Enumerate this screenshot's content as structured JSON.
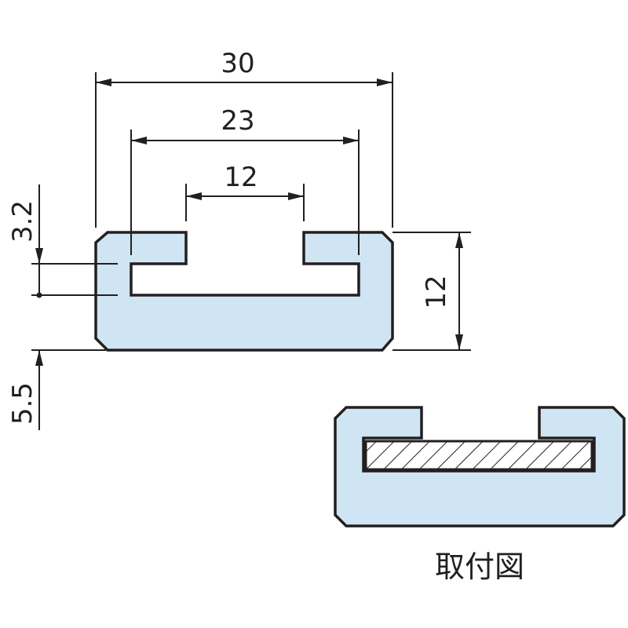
{
  "dimensions": {
    "overall_width": "30",
    "slot_width": "23",
    "opening_width": "12",
    "height": "12",
    "lip_thickness": "3.2",
    "base_thickness": "5.5"
  },
  "caption": "取付図",
  "colors": {
    "profile_fill": "#cfe5f3",
    "line": "#231f20",
    "background": "#ffffff"
  }
}
